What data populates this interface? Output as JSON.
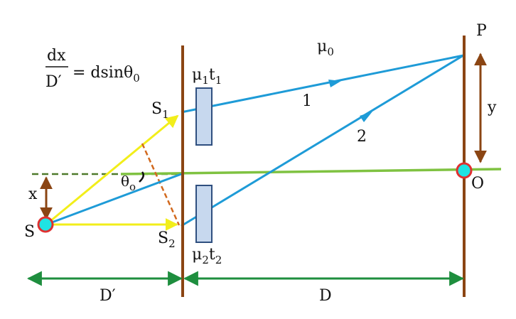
{
  "formula": {
    "numerator": "dx",
    "denominator": "D′",
    "rhs": "= dsinθ",
    "rhs_sub": "0"
  },
  "medium": {
    "symbol": "μ",
    "sub": "0"
  },
  "plate_top": {
    "mu": "μ",
    "mu_sub": "1",
    "t": "t",
    "t_sub": "1"
  },
  "plate_bottom": {
    "mu": "μ",
    "mu_sub": "2",
    "t": "t",
    "t_sub": "2"
  },
  "labels": {
    "S": "S",
    "S1": "S",
    "S1_sub": "1",
    "S2": "S",
    "S2_sub": "2",
    "P": "P",
    "O": "O",
    "y": "y",
    "x": "x",
    "theta": "θ",
    "theta_sub": "o",
    "ray1": "1",
    "ray2": "2",
    "D_prime": "D′",
    "D": "D"
  },
  "colors": {
    "screen": "#8B4513",
    "ray": "#1E9BD7",
    "yellow_ray": "#F2EE1A",
    "axis": "#7FC241",
    "dashed_axis": "#4E7A2B",
    "measure": "#1E8E3E",
    "plate_fill": "#C7D8EE",
    "plate_stroke": "#2F4F7F",
    "source_fill": "#1FE3E3",
    "source_stroke": "#E03030",
    "brown_arrow": "#8B4513",
    "orange_dashed": "#D2691E"
  }
}
